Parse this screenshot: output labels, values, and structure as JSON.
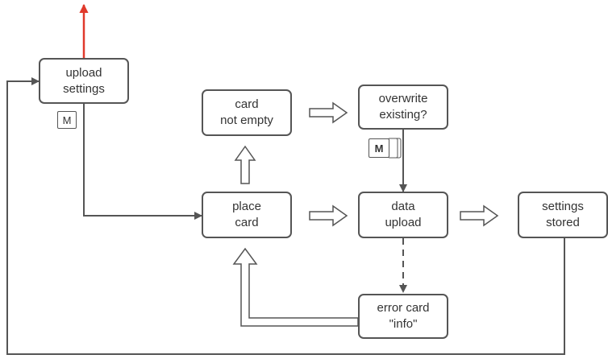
{
  "nodes": {
    "upload_settings": [
      "upload",
      "settings"
    ],
    "card_not_empty": [
      "card",
      "not empty"
    ],
    "overwrite_existing": [
      "overwrite",
      "existing?"
    ],
    "place_card": [
      "place",
      "card"
    ],
    "data_upload": [
      "data",
      "upload"
    ],
    "settings_stored": [
      "settings",
      "stored"
    ],
    "error_card": [
      "error card",
      "\"info\""
    ]
  },
  "buttons": {
    "m_single": "M",
    "m_stack": "M"
  },
  "colors": {
    "line": "#555555",
    "accent_arrow": "#e0392b",
    "text": "#333333"
  },
  "icons": {
    "m_single": "m-key-icon",
    "m_stack": "m-key-stack-icon"
  }
}
